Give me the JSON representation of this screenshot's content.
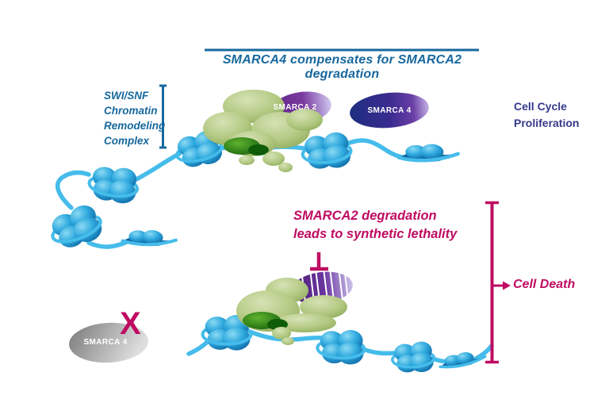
{
  "diagram": {
    "title": "SMARCA4 compensates for SMARCA2 degradation",
    "complex_label": "SWI/SNF\nChromatin\nRemodeling\nComplex",
    "top_smarca2_label": "SMARCA 2",
    "top_smarca4_label": "SMARCA 4",
    "top_outcome_label": "Cell Cycle\nProliferation",
    "bottom_caption": "SMARCA2 degradation\nleads to synthetic lethality",
    "bottom_smarca4_label": "SMARCA 4",
    "x_mark": "X",
    "bottom_outcome_label": "Cell Death"
  },
  "colors": {
    "heading_blue": "#17689E",
    "navy_text": "#35398B",
    "magenta": "#BF0B62",
    "dna_strand": "#45BCEA",
    "nucleosome_blue": "#2FA9DE",
    "complex_green": "#B3C983",
    "deep_green": "#15600C",
    "smarca2_purple": "#6B2F92",
    "smarca4_navy": "#1D2E7F",
    "inactive_gray": "#9B9B9B"
  }
}
